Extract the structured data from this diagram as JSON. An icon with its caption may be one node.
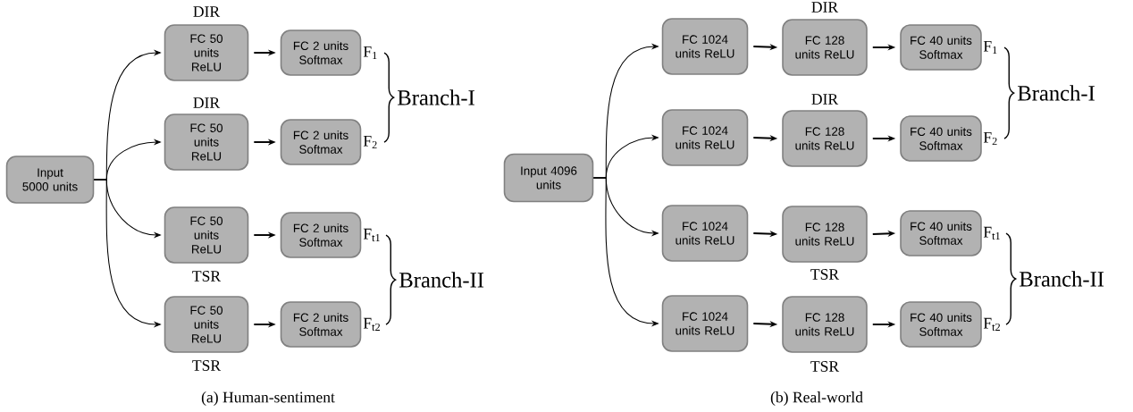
{
  "diagram": {
    "nodes": [
      {
        "text": [
          "Input 5000 units"
        ]
      },
      {
        "text": [
          "FC 50 units ReLU"
        ],
        "beside": [
          "DIR"
        ]
      },
      {
        "text": [
          "FC 50 units ReLU"
        ],
        "beside": [
          "DIR"
        ]
      },
      {
        "text": [
          "FC 50 units ReLU"
        ],
        "beside": [
          "TSR"
        ]
      },
      {
        "text": [
          "FC 50 units ReLU"
        ],
        "beside": [
          "TSR"
        ]
      },
      {
        "text": [
          "FC 2 units Softmax"
        ],
        "beside": [
          "F$_{1}$"
        ]
      },
      {
        "text": [
          "FC 2 units Softmax"
        ],
        "beside": [
          "F$_{2}$"
        ]
      },
      {
        "text": [
          "FC 2 units Softmax"
        ],
        "beside": [
          "F$_{t1}$"
        ]
      },
      {
        "text": [
          "FC 2 units Softmax"
        ],
        "beside": [
          "F$_{t2}$"
        ]
      },
      {
        "text": [
          "Input 4096 units"
        ]
      },
      {
        "text": [
          "FC 1024 units ReLU"
        ]
      },
      {
        "text": [
          "FC 1024 units ReLU"
        ]
      },
      {
        "text": [
          "FC 1024 units ReLU"
        ]
      },
      {
        "text": [
          "FC 1024 units ReLU"
        ]
      },
      {
        "text": [
          "FC 128 units ReLU"
        ],
        "beside": [
          "DIR"
        ]
      },
      {
        "text": [
          "FC 128 units ReLU"
        ],
        "beside": [
          "DIR"
        ]
      },
      {
        "text": [
          "FC 128 units ReLU"
        ],
        "beside": [
          "TSR"
        ]
      },
      {
        "text": [
          "FC 128 units ReLU"
        ],
        "beside": [
          "TSR"
        ]
      },
      {
        "text": [
          "FC 40 units Softmax"
        ],
        "beside": [
          "F$_{1}$"
        ]
      },
      {
        "text": [
          "FC 40 units Softmax"
        ],
        "beside": [
          "F$_{2}$"
        ]
      },
      {
        "text": [
          "FC 40 units Softmax"
        ],
        "beside": [
          "F$_{t1}$"
        ]
      },
      {
        "text": [
          "FC 40 units Softmax"
        ],
        "beside": [
          "F$_{t2}$"
        ]
      }
    ],
    "edges": [
      {
        "from": 0,
        "to": 1,
        "arrow": "to"
      },
      {
        "from": 0,
        "to": 2,
        "arrow": "to"
      },
      {
        "from": 0,
        "to": 3,
        "arrow": "to"
      },
      {
        "from": 0,
        "to": 4,
        "arrow": "to"
      },
      {
        "from": 1,
        "to": 5,
        "arrow": "to"
      },
      {
        "from": 2,
        "to": 6,
        "arrow": "to"
      },
      {
        "from": 3,
        "to": 7,
        "arrow": "to"
      },
      {
        "from": 4,
        "to": 8,
        "arrow": "to"
      },
      {
        "from": 9,
        "to": 10,
        "arrow": "to"
      },
      {
        "from": 9,
        "to": 11,
        "arrow": "to"
      },
      {
        "from": 9,
        "to": 12,
        "arrow": "to"
      },
      {
        "from": 9,
        "to": 13,
        "arrow": "to"
      },
      {
        "from": 10,
        "to": 14,
        "arrow": "to"
      },
      {
        "from": 11,
        "to": 15,
        "arrow": "to"
      },
      {
        "from": 12,
        "to": 16,
        "arrow": "to"
      },
      {
        "from": 13,
        "to": 17,
        "arrow": "to"
      },
      {
        "from": 14,
        "to": 18,
        "arrow": "to"
      },
      {
        "from": 15,
        "to": 19,
        "arrow": "to"
      },
      {
        "from": 16,
        "to": 20,
        "arrow": "to"
      },
      {
        "from": 17,
        "to": 21,
        "arrow": "to"
      }
    ],
    "labels": [
      "Branch-I",
      "Branch-II",
      "(a) Human-sentiment",
      "Branch-I",
      "Branch-II",
      "(b) Real-world"
    ]
  }
}
